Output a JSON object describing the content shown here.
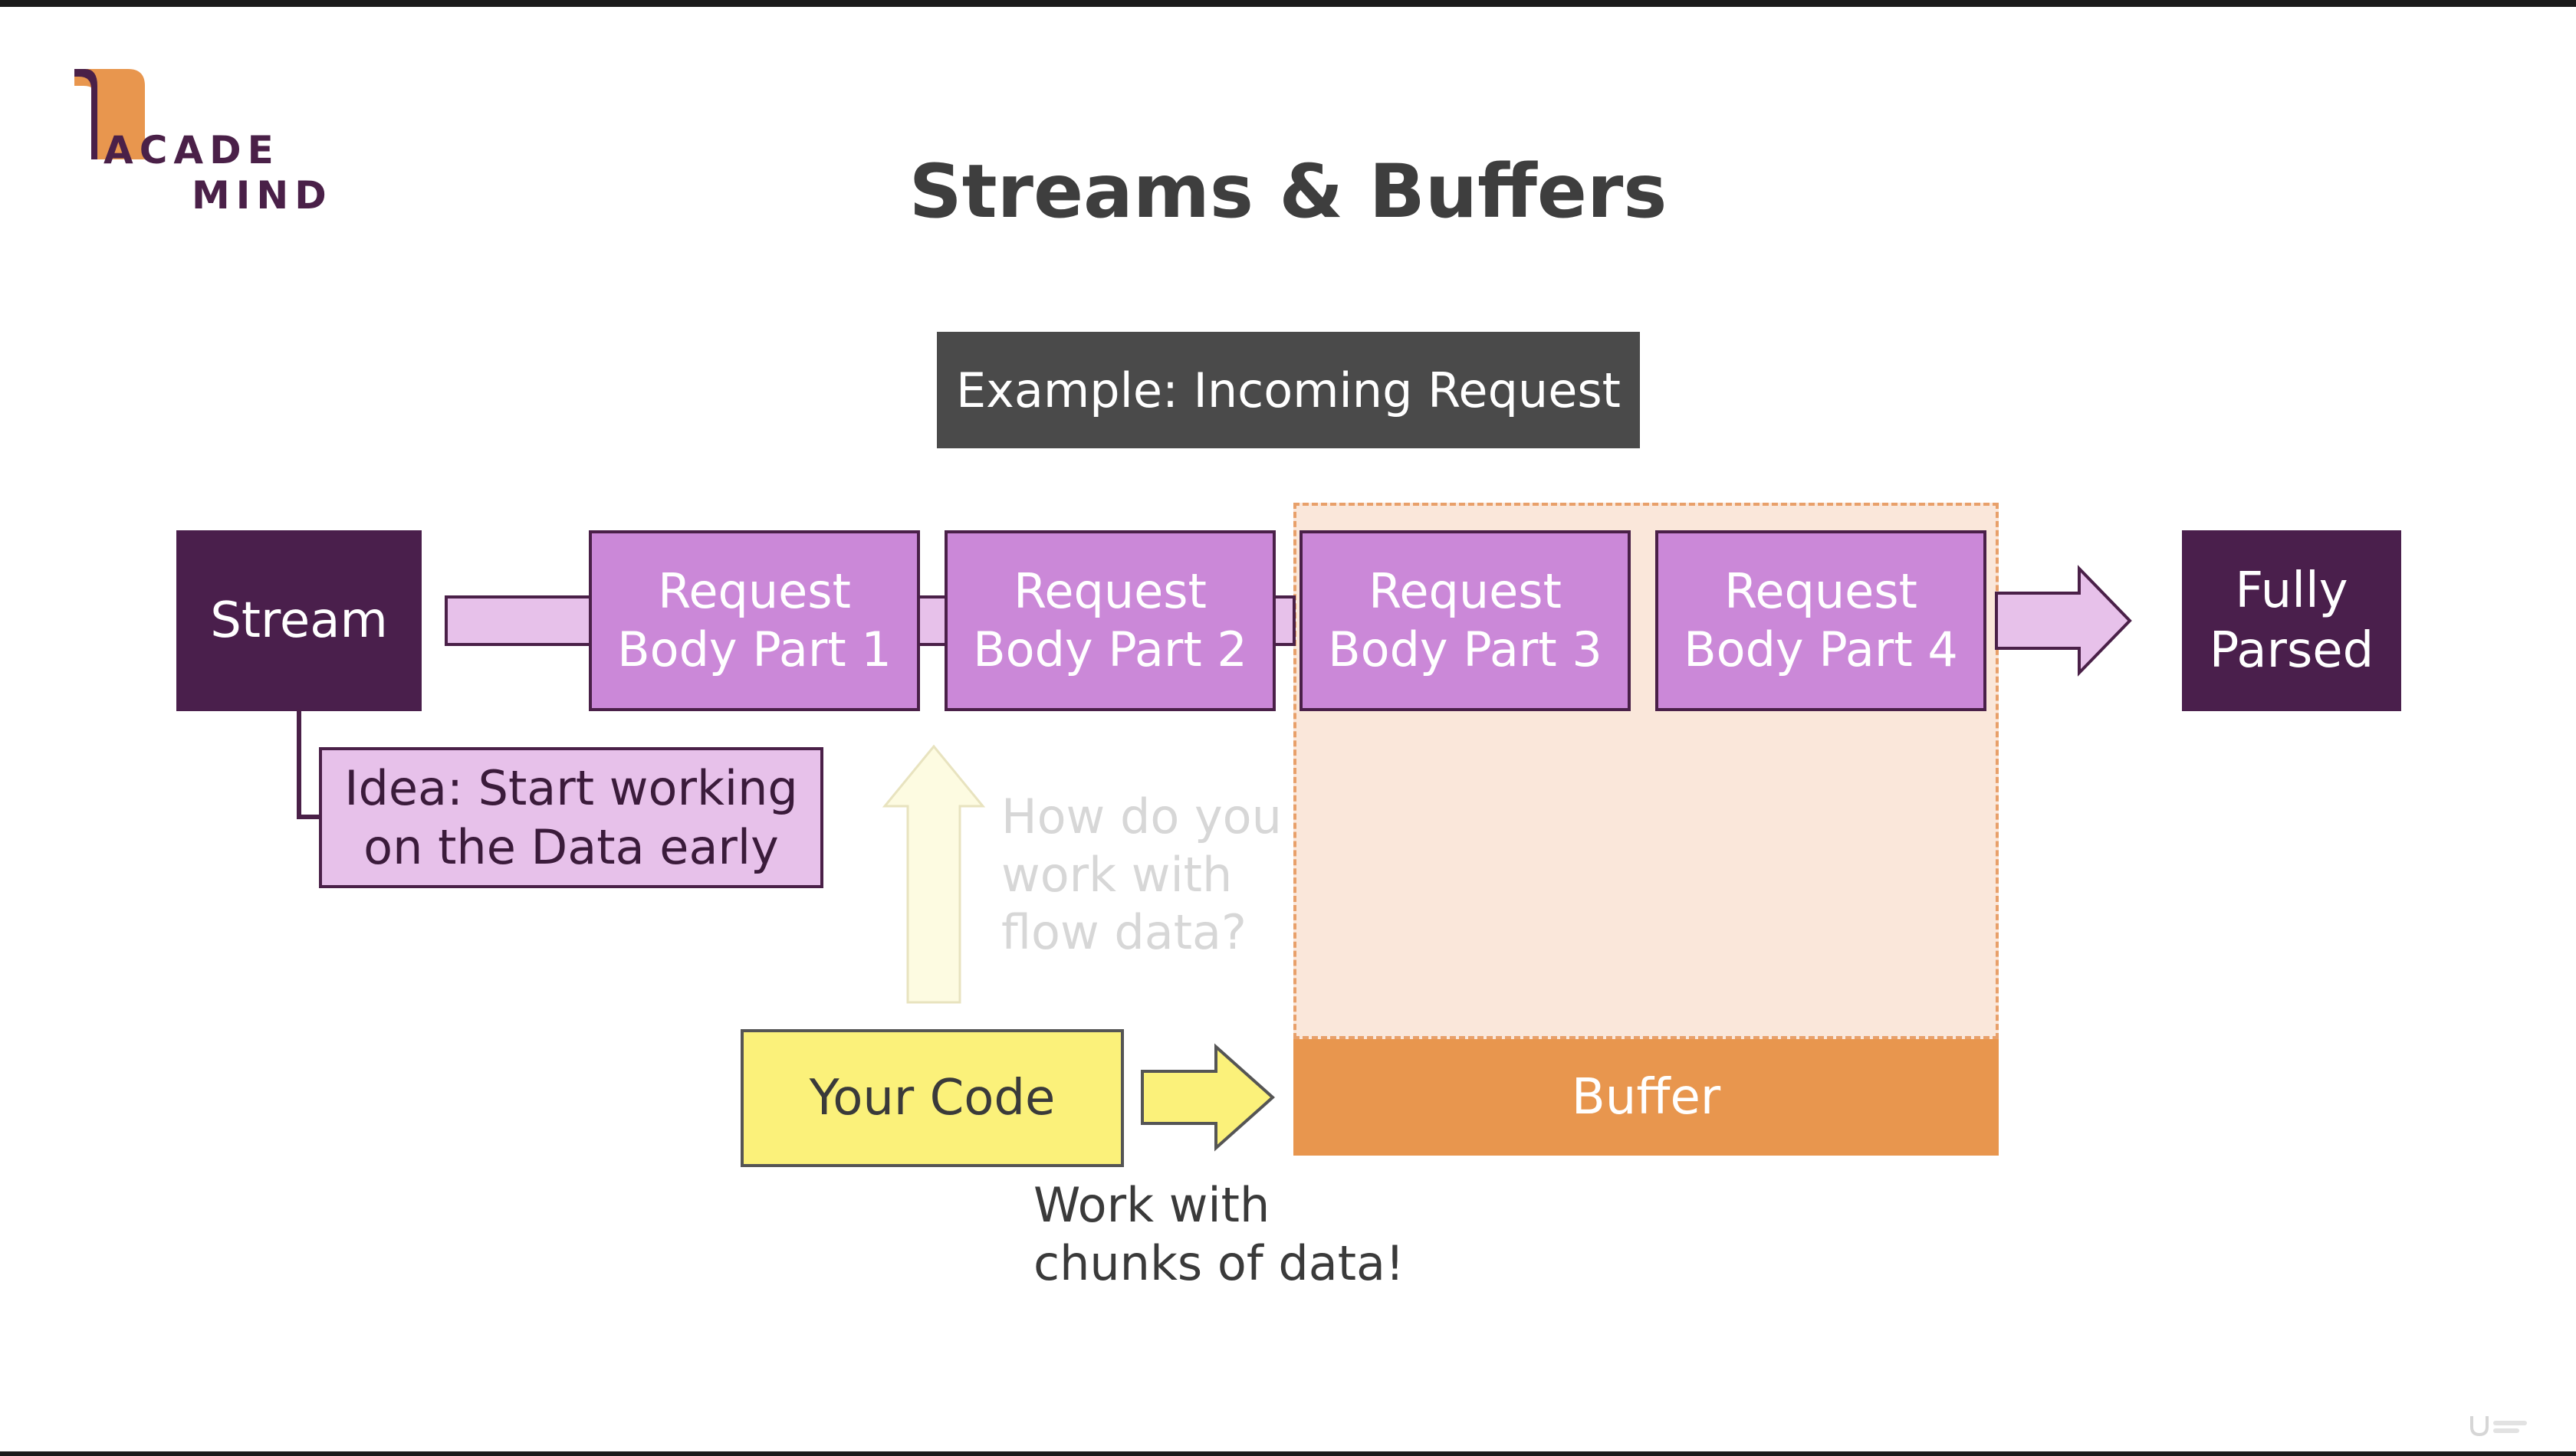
{
  "logo": {
    "line1": "ACADE",
    "line2": "MIND",
    "brand_color": "#4a2048",
    "accent_color": "#e8964e",
    "icon": "bookmark-tag-icon"
  },
  "title": "Streams & Buffers",
  "example_label": "Example: Incoming Request",
  "stream_label": "Stream",
  "request_parts": [
    {
      "line1": "Request",
      "line2": "Body Part 1"
    },
    {
      "line1": "Request",
      "line2": "Body Part 2"
    },
    {
      "line1": "Request",
      "line2": "Body Part 3"
    },
    {
      "line1": "Request",
      "line2": "Body Part 4"
    }
  ],
  "fully_parsed": {
    "line1": "Fully",
    "line2": "Parsed"
  },
  "idea": {
    "line1": "Idea: Start working",
    "line2": "on the Data early"
  },
  "question": {
    "line1": "How do you",
    "line2": "work with",
    "line3": "flow data?"
  },
  "your_code": "Your Code",
  "buffer": "Buffer",
  "chunks_note": {
    "line1": "Work with",
    "line2": "chunks of data!"
  },
  "colors": {
    "dark_purple": "#4a1f4c",
    "part_purple": "#cb88d8",
    "light_purple": "#e7c1ea",
    "buffer_orange": "#e8964e",
    "buffer_area": "#fae7da",
    "code_yellow": "#fbf17a",
    "light_yellow": "#fdfbe1"
  }
}
